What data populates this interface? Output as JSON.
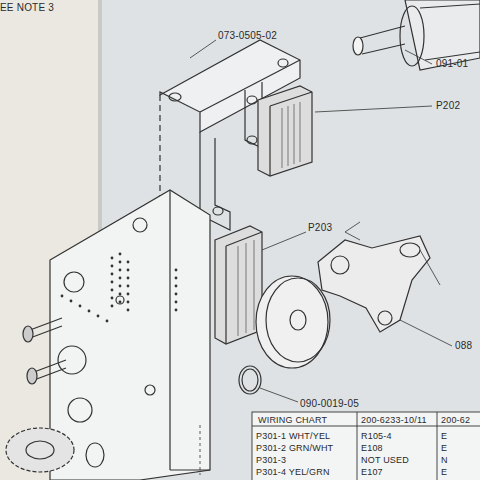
{
  "diagram": {
    "labels": [
      "EE NOTE 3",
      "073-0505-02",
      "091-01",
      "P202",
      "P203",
      "088",
      "090-0019-05",
      "WIRING CHART",
      "200-6233-10/11",
      "200-62",
      "P301-1 WHT/YEL",
      "R105-4",
      "E",
      "P301-2 GRN/WHT",
      "E108",
      "E",
      "P301-3",
      "NOT USED",
      "N",
      "P301-4 YEL/GRN",
      "E107",
      "E"
    ]
  }
}
